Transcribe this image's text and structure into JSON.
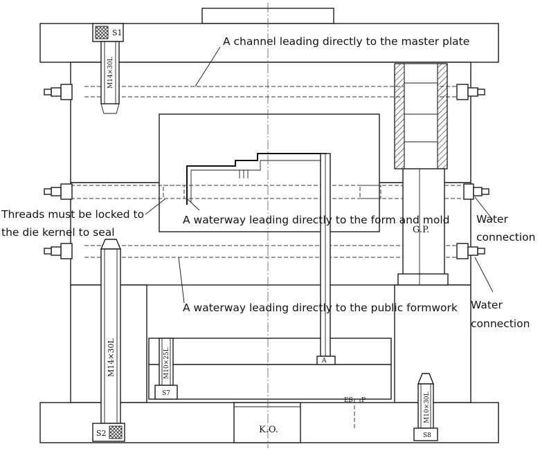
{
  "annotations": {
    "master_plate_channel": "A channel leading directly to the master plate",
    "threads_line1": "Threads must be locked to",
    "threads_line2": "the die kernel to seal",
    "form_mold_waterway": "A waterway leading directly to the form and mold",
    "public_formwork_waterway": "A waterway leading directly to the public formwork",
    "water_connection_1_line1": "Water",
    "water_connection_1_line2": "connection",
    "water_connection_2_line1": "Water",
    "water_connection_2_line2": "connection"
  },
  "labels": {
    "s1": "S1",
    "s2": "S2",
    "s7": "S7",
    "s8": "S8",
    "bolt_top_left": "M14×30L",
    "bolt_bottom_left": "M14×30L",
    "bolt_ejector": "M10×25L",
    "bolt_bottom_right": "M10×30L",
    "gp": "G.P.",
    "ko": "K.O.",
    "a": "A",
    "es": "ES",
    "p": "P"
  }
}
